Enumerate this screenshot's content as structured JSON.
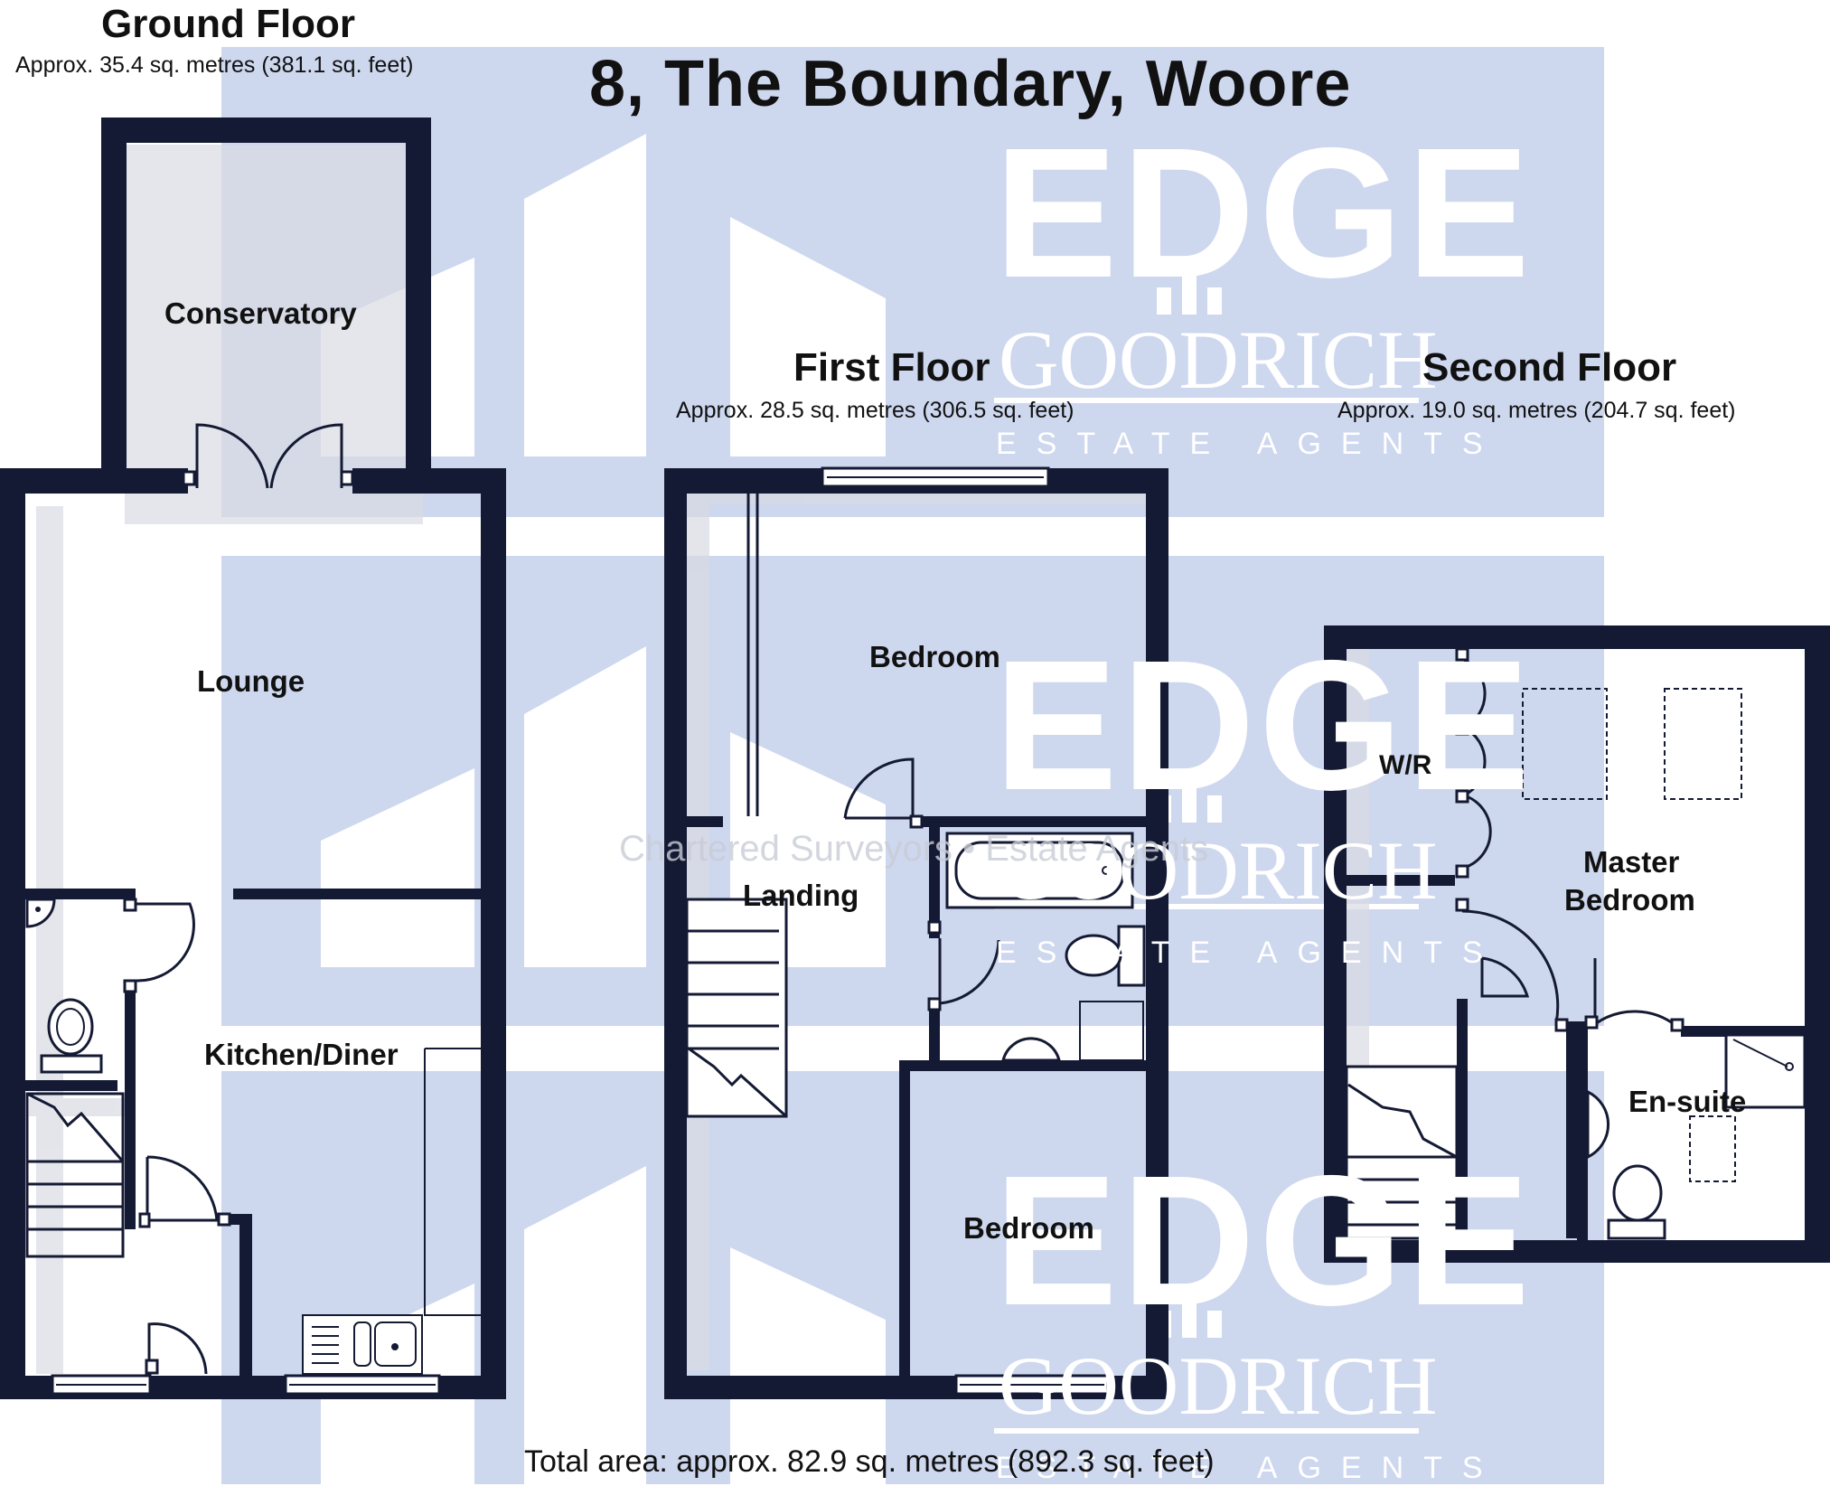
{
  "title": "8, The Boundary, Woore",
  "floors": {
    "ground": {
      "name": "Ground Floor",
      "area": "Approx.  35.4 sq. metres (381.1 sq. feet)"
    },
    "first": {
      "name": "First Floor",
      "area": "Approx.  28.5 sq. metres (306.5 sq. feet)"
    },
    "second": {
      "name": "Second Floor",
      "area": "Approx.  19.0 sq. metres (204.7 sq. feet)"
    }
  },
  "rooms": {
    "conservatory": "Conservatory",
    "lounge": "Lounge",
    "kitchen_diner": "Kitchen/Diner",
    "bedroom_1": "Bedroom",
    "landing": "Landing",
    "bedroom_2": "Bedroom",
    "wardrobe": "W/R",
    "master_bedroom_line1": "Master",
    "master_bedroom_line2": "Bedroom",
    "ensuite": "En-suite"
  },
  "total_area": "Total area: approx.  82.9 sq. metres (892.3 sq. feet)",
  "watermark": {
    "brand": "EDGE",
    "subbrand": "GOODRICH",
    "tagline": "ESTATE AGENTS",
    "faint_text": "Chartered Surveyors • Estate Agents"
  },
  "colors": {
    "wall": "#141a33",
    "watermark_blue": "#cdd7ee",
    "background": "#ffffff"
  }
}
